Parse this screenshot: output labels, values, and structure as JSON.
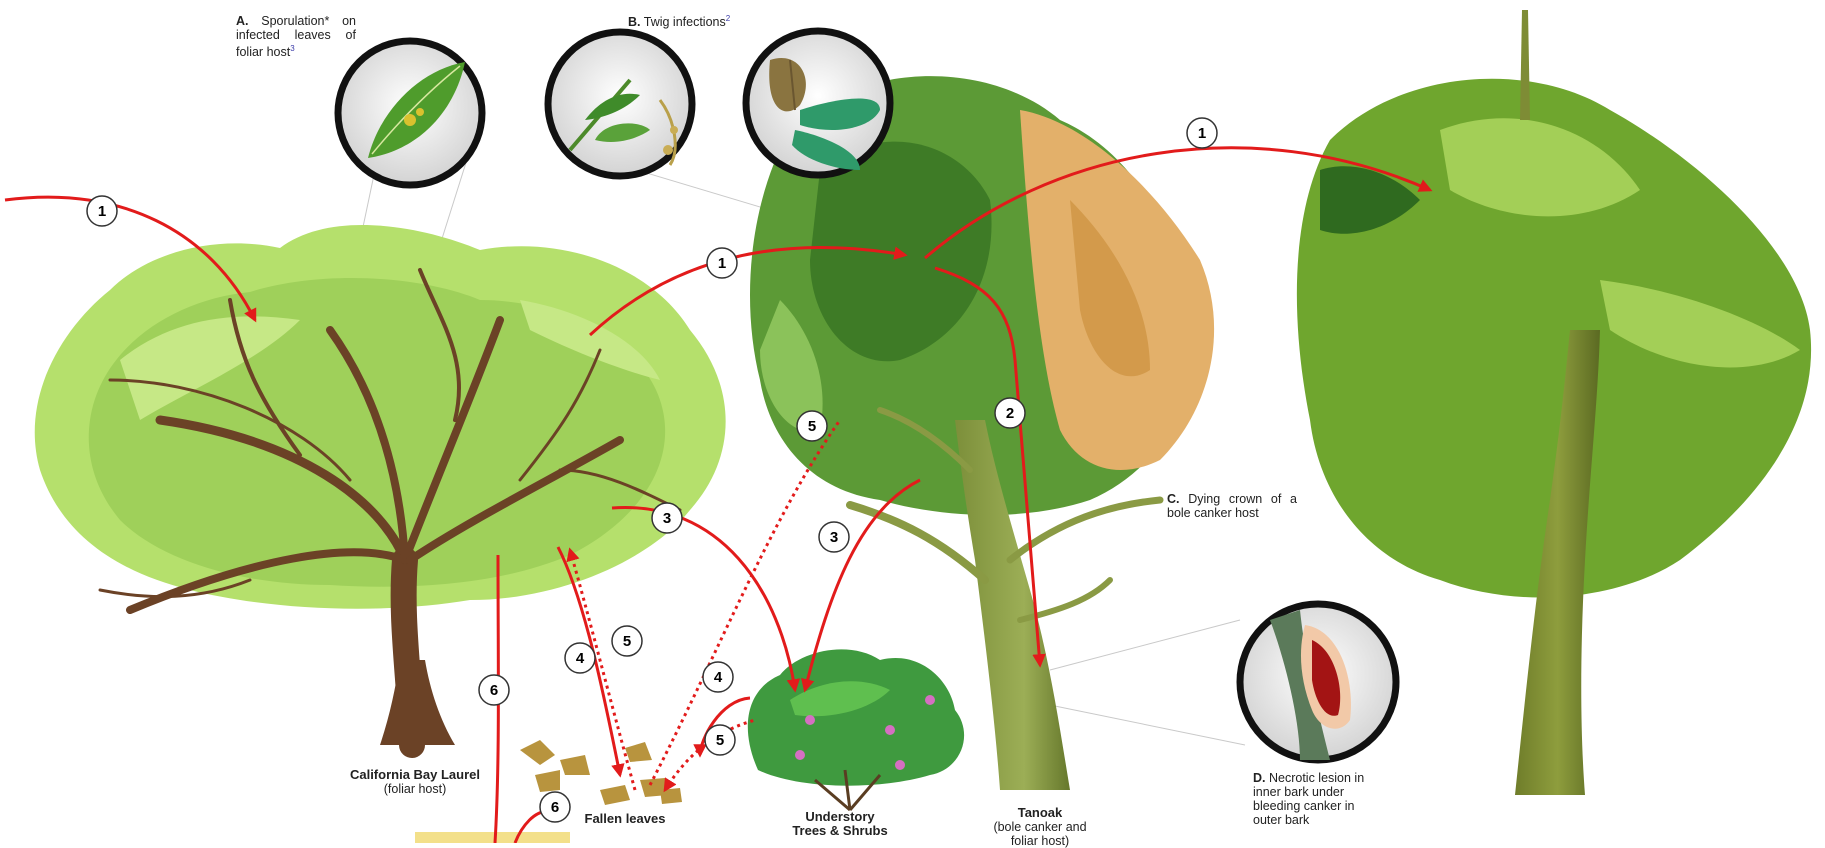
{
  "callouts": {
    "a_letter": "A.",
    "a_text": "Sporulation* on infected leaves of foliar host",
    "a_sup": "3",
    "b_letter": "B.",
    "b_text": "Twig infections",
    "b_sup": "2",
    "c_letter": "C.",
    "c_text": "Dying crown of a bole canker host",
    "d_letter": "D.",
    "d_text": "Necrotic lesion in inner bark under bleeding canker in outer bark"
  },
  "hosts": {
    "bay_laurel_name": "California Bay Laurel",
    "bay_laurel_role": "(foliar host)",
    "fallen_leaves": "Fallen leaves",
    "understory_line1": "Understory",
    "understory_line2": "Trees & Shrubs",
    "tanoak_name": "Tanoak",
    "tanoak_role": "(bole canker and foliar host)"
  },
  "markers": [
    "1",
    "1",
    "1",
    "2",
    "3",
    "3",
    "4",
    "4",
    "5",
    "5",
    "5",
    "6",
    "6"
  ],
  "colors": {
    "arrow": "#e21b1b",
    "laurel_foliage": "#a4d65b",
    "laurel_trunk": "#6b4226",
    "tanoak_foliage": "#5f9a3a",
    "dying_foliage": "#e3b06a",
    "shrub_foliage": "#3f9a3f",
    "lesion": "#a31414"
  }
}
